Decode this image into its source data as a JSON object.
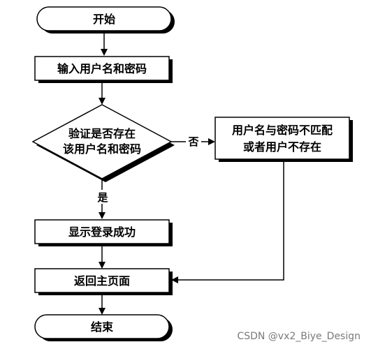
{
  "diagram": {
    "nodes": {
      "start": {
        "text": "开始"
      },
      "input": {
        "text": "输入用户名和密码"
      },
      "verify": {
        "line1": "验证是否存在",
        "line2": "该用户名和密码"
      },
      "mismatch": {
        "line1": "用户名与密码不匹配",
        "line2": "或者用户不存在"
      },
      "success": {
        "text": "显示登录成功"
      },
      "home": {
        "text": "返回主页面"
      },
      "end": {
        "text": "结束"
      }
    },
    "edges": {
      "no_label": "否",
      "yes_label": "是"
    }
  },
  "watermark": "CSDN @vx2_Biye_Design"
}
